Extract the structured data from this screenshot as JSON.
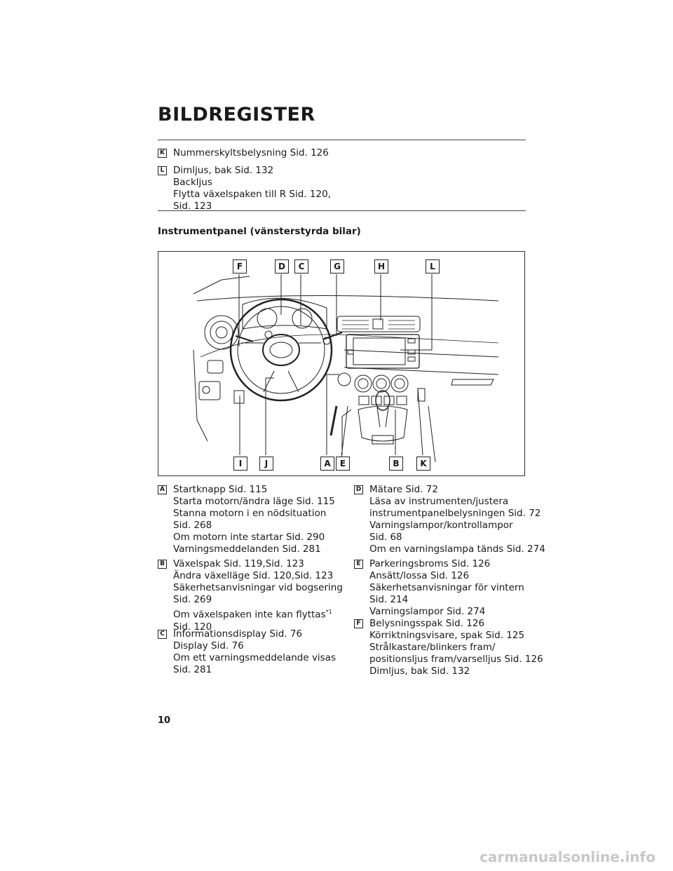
{
  "header": {
    "title": "BILDREGISTER"
  },
  "top_list": [
    {
      "label": "K",
      "lines": [
        "Nummerskyltsbelysning Sid. 126"
      ]
    },
    {
      "label": "L",
      "lines": [
        "Dimljus, bak Sid. 132",
        "Backljus",
        "Flytta växelspaken till R Sid. 120,",
        "Sid. 123"
      ]
    }
  ],
  "section": {
    "title": "Instrumentpanel (vänsterstyrda bilar)"
  },
  "figure": {
    "callouts_top": [
      "F",
      "D",
      "C",
      "G",
      "H",
      "L"
    ],
    "callouts_bottom": [
      "I",
      "J",
      "A",
      "E",
      "B",
      "K"
    ]
  },
  "left_col": [
    {
      "label": "A",
      "lines": [
        "Startknapp Sid. 115",
        "Starta motorn/ändra läge Sid. 115",
        "Stanna motorn i en nödsituation",
        "Sid. 268",
        "Om motorn inte startar Sid. 290",
        "Varningsmeddelanden Sid. 281"
      ]
    },
    {
      "label": "B",
      "lines": [
        "Växelspak Sid. 119,Sid. 123",
        "Ändra växelläge Sid. 120,Sid. 123",
        "Säkerhetsanvisningar vid bogsering",
        "Sid. 269",
        "Om växelspaken inte kan flyttas",
        "Sid. 120"
      ],
      "sup_line": 4,
      "sup": "*1"
    },
    {
      "label": "C",
      "lines": [
        "Informationsdisplay Sid. 76",
        "Display Sid. 76",
        "Om ett varningsmeddelande visas",
        "Sid. 281"
      ]
    }
  ],
  "right_col": [
    {
      "label": "D",
      "lines": [
        "Mätare Sid. 72",
        "Läsa av instrumenten/justera",
        "instrumentpanelbelysningen Sid. 72",
        "Varningslampor/kontrollampor",
        "Sid. 68",
        "Om en varningslampa tänds Sid. 274"
      ]
    },
    {
      "label": "E",
      "lines": [
        "Parkeringsbroms Sid. 126",
        "Ansätt/lossa Sid. 126",
        "Säkerhetsanvisningar för vintern",
        "Sid. 214",
        "Varningslampor Sid. 274"
      ]
    },
    {
      "label": "F",
      "lines": [
        "Belysningsspak Sid. 126",
        "Körriktningsvisare, spak Sid. 125",
        "Strålkastare/blinkers fram/",
        "positionsljus fram/varselljus Sid. 126",
        "Dimljus, bak Sid. 132"
      ]
    }
  ],
  "footer": {
    "page_number": "10",
    "watermark": "carmanualsonline.info"
  }
}
